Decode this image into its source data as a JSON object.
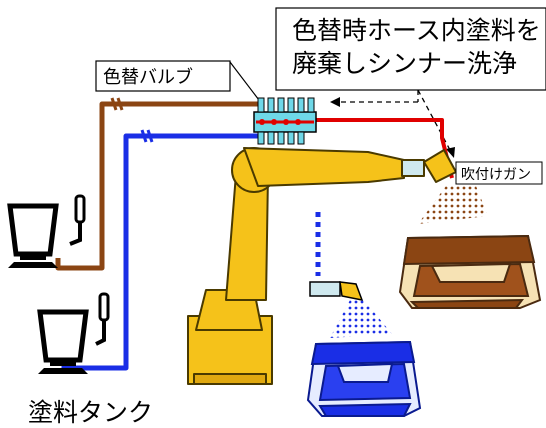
{
  "labels": {
    "flush_note_line1": "色替時ホース内塗料を",
    "flush_note_line2": "廃棄しシンナー洗浄",
    "color_change_valve": "色替バルブ",
    "spray_gun": "吹付けガン",
    "paint_tank": "塗料タンク"
  },
  "colors": {
    "brown_paint": "#8B4513",
    "blue_paint": "#1a2ee6",
    "red_thinner": "#e00000",
    "robot_yellow": "#f5c21a",
    "robot_outline": "#4a3a00",
    "valve_cyan": "#6fd8e8"
  }
}
